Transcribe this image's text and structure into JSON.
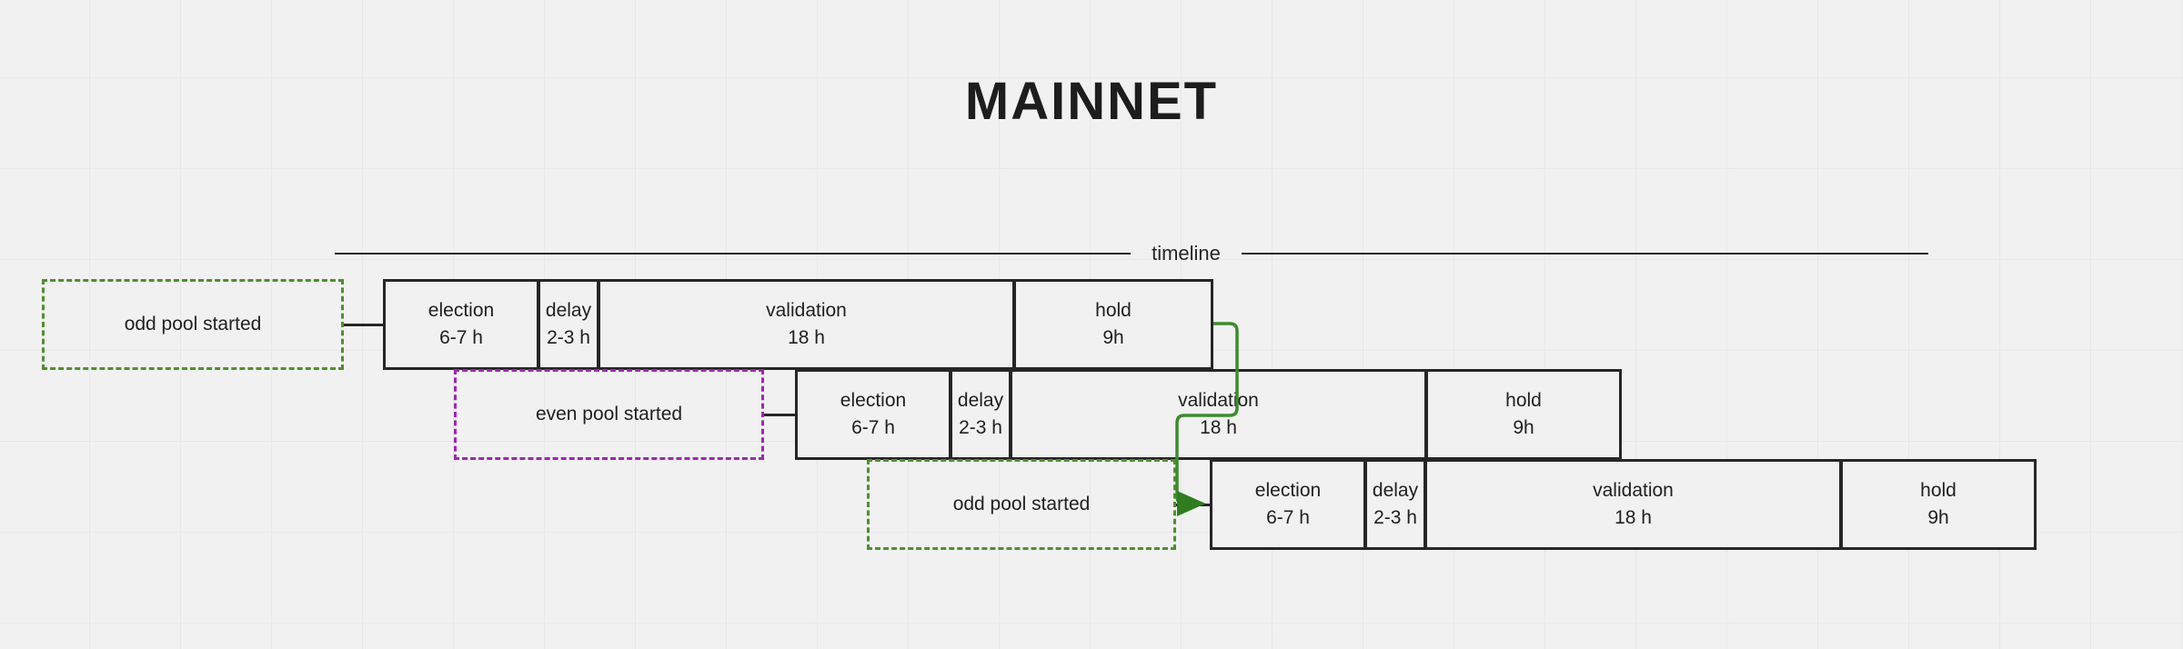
{
  "page": {
    "title": "MAINNET",
    "background_color": "#f1f1f1",
    "grid_color": "#e8e8e8"
  },
  "timeline": {
    "label": "timeline",
    "line_color": "#262626"
  },
  "colors": {
    "box_border": "#262626",
    "text": "#1f1f1f",
    "odd_pool_accent": "#4e8f31",
    "even_pool_accent": "#9C27B0",
    "arrow": "#4e8f31"
  },
  "rows": [
    {
      "id": "row-1",
      "note": {
        "text": "odd pool started",
        "accent": "#4e8f31",
        "style": "dashed-green"
      },
      "phases": [
        {
          "name": "election",
          "duration": "6-7 h"
        },
        {
          "name": "delay",
          "duration": "2-3 h"
        },
        {
          "name": "validation",
          "duration": "18 h"
        },
        {
          "name": "hold",
          "duration": "9h"
        }
      ]
    },
    {
      "id": "row-2",
      "note": {
        "text": "even pool started",
        "accent": "#9C27B0",
        "style": "dashed-purple"
      },
      "phases": [
        {
          "name": "election",
          "duration": "6-7 h"
        },
        {
          "name": "delay",
          "duration": "2-3 h"
        },
        {
          "name": "validation",
          "duration": "18 h"
        },
        {
          "name": "hold",
          "duration": "9h"
        }
      ]
    },
    {
      "id": "row-3",
      "note": {
        "text": "odd pool started",
        "accent": "#4e8f31",
        "style": "dashed-green"
      },
      "phases": [
        {
          "name": "election",
          "duration": "6-7 h"
        },
        {
          "name": "delay",
          "duration": "2-3 h"
        },
        {
          "name": "validation",
          "duration": "18 h"
        },
        {
          "name": "hold",
          "duration": "9h"
        }
      ]
    }
  ],
  "arrow": {
    "description": "hold-to-next-election-arrow",
    "from": "row-1 hold end",
    "to": "row-3 election start"
  }
}
